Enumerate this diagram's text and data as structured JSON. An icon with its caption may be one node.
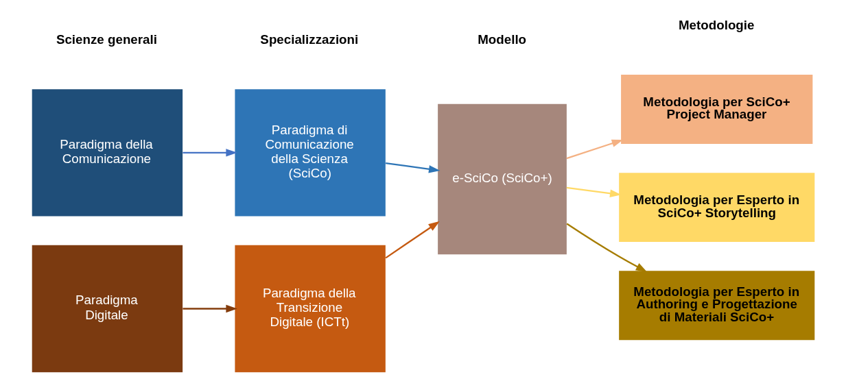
{
  "diagram": {
    "nodes": [
      {
        "text": [
          "Paradigma della Comunicazione"
        ]
      },
      {
        "text": [
          "Paradigma Digitale"
        ]
      },
      {
        "text": [
          "Paradigma di Comunicazione della Scienza (SciCo)"
        ]
      },
      {
        "text": [
          "Paradigma della Transizione Digitale (ICTt)"
        ]
      },
      {
        "text": [
          "e-SciCo (SciCo+)"
        ]
      },
      {
        "text": [
          "Metodologia per SciCo+ Project Manager"
        ]
      },
      {
        "text": [
          "Metodologia per Esperto in SciCo+ Storytelling"
        ]
      },
      {
        "text": [
          "Metodologia per Esperto in Authoring e Progettazione di Materiali SciCo+"
        ]
      }
    ],
    "edges": [
      {
        "from": 0,
        "to": 2,
        "arrow": "to",
        "color": "#4472c4"
      },
      {
        "from": 1,
        "to": 3,
        "arrow": "to",
        "color": "#843c0c"
      },
      {
        "from": 2,
        "to": 4,
        "arrow": "to",
        "color": "#2e75b6"
      },
      {
        "from": 3,
        "to": 4,
        "arrow": "to",
        "color": "#c55a11"
      },
      {
        "from": 4,
        "to": 5,
        "arrow": "to",
        "color": "#f4b183"
      },
      {
        "from": 4,
        "to": 6,
        "arrow": "to",
        "color": "#ffd966"
      },
      {
        "from": 4,
        "to": 7,
        "arrow": "to",
        "color": "#a67c00"
      }
    ],
    "labels": [
      "Scienze generali",
      "Specializzazioni",
      "Modello",
      "Metodologie"
    ]
  }
}
